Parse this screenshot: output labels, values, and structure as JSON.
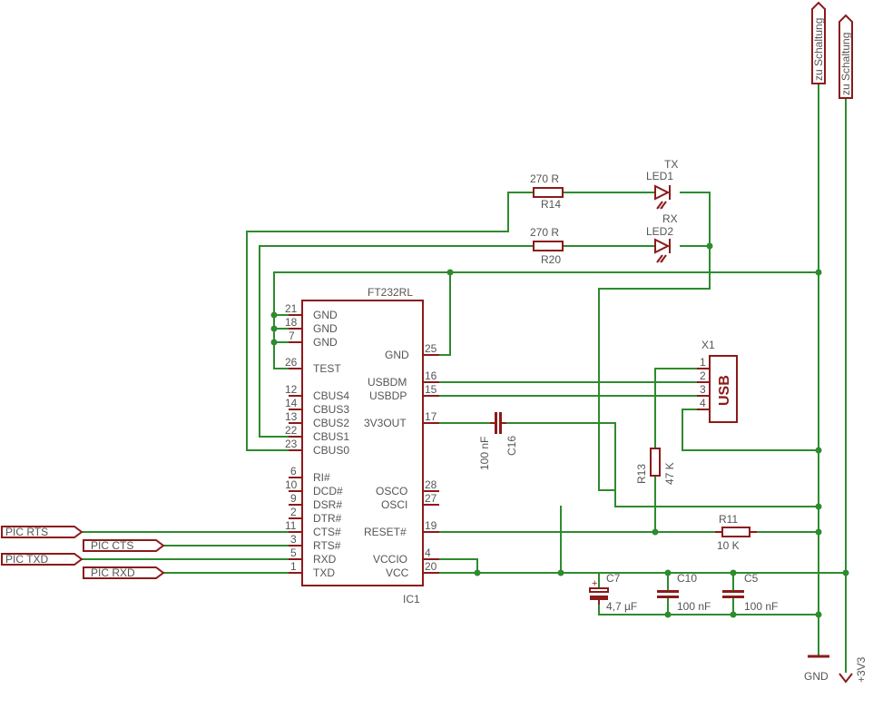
{
  "ic": {
    "value": "FT232RL",
    "name": "IC1",
    "left_pins": [
      {
        "num": "21",
        "label": "GND"
      },
      {
        "num": "18",
        "label": "GND"
      },
      {
        "num": "7",
        "label": "GND"
      },
      {
        "num": "26",
        "label": "TEST"
      },
      {
        "num": "12",
        "label": "CBUS4"
      },
      {
        "num": "14",
        "label": "CBUS3"
      },
      {
        "num": "13",
        "label": "CBUS2"
      },
      {
        "num": "22",
        "label": "CBUS1"
      },
      {
        "num": "23",
        "label": "CBUS0"
      },
      {
        "num": "6",
        "label": "RI#"
      },
      {
        "num": "10",
        "label": "DCD#"
      },
      {
        "num": "9",
        "label": "DSR#"
      },
      {
        "num": "2",
        "label": "DTR#"
      },
      {
        "num": "11",
        "label": "CTS#"
      },
      {
        "num": "3",
        "label": "RTS#"
      },
      {
        "num": "5",
        "label": "RXD"
      },
      {
        "num": "1",
        "label": "TXD"
      }
    ],
    "right_pins": [
      {
        "num": "25",
        "label": "GND"
      },
      {
        "num": "16",
        "label": "USBDM"
      },
      {
        "num": "15",
        "label": "USBDP"
      },
      {
        "num": "17",
        "label": "3V3OUT"
      },
      {
        "num": "28",
        "label": "OSCO"
      },
      {
        "num": "27",
        "label": "OSCI"
      },
      {
        "num": "19",
        "label": "RESET#"
      },
      {
        "num": "4",
        "label": "VCCIO"
      },
      {
        "num": "20",
        "label": "VCC"
      }
    ]
  },
  "ports": {
    "pic_rts": "PIC RTS",
    "pic_cts": "PIC CTS",
    "pic_txd": "PIC TXD",
    "pic_rxd": "PIC RXD",
    "zu1": "zu Schaltung",
    "zu2": "zu Schaltung"
  },
  "parts": {
    "r14": {
      "name": "R14",
      "value": "270 R"
    },
    "r20": {
      "name": "R20",
      "value": "270 R"
    },
    "led1": {
      "name": "LED1",
      "value": "TX"
    },
    "led2": {
      "name": "LED2",
      "value": "RX"
    },
    "x1": {
      "name": "X1",
      "label": "USB",
      "pins": [
        "1",
        "2",
        "3",
        "4"
      ]
    },
    "r13": {
      "name": "R13",
      "value": "47 K"
    },
    "r11": {
      "name": "R11",
      "value": "10 K"
    },
    "c16": {
      "name": "C16",
      "value": "100 nF"
    },
    "c7": {
      "name": "C7",
      "value": "4,7 µF"
    },
    "c10": {
      "name": "C10",
      "value": "100 nF"
    },
    "c5": {
      "name": "C5",
      "value": "100 nF"
    }
  },
  "supplies": {
    "gnd": "GND",
    "v33": "+3V3"
  },
  "colors": {
    "wire": "#2e8b2e",
    "part": "#8b1a1a",
    "text": "#555555"
  }
}
